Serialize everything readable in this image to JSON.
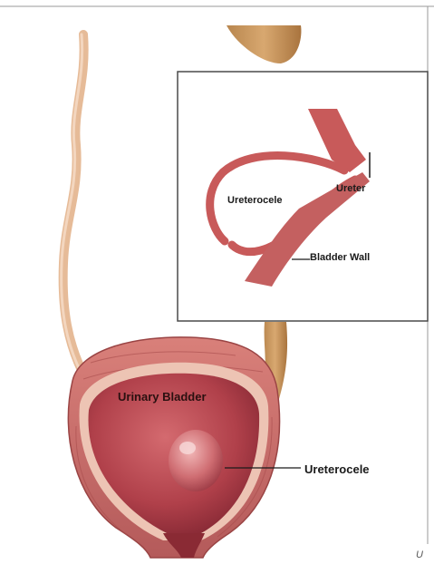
{
  "labels": {
    "ureterocele_inset": "Ureterocele",
    "ureter": "Ureter",
    "bladder_wall": "Bladder Wall",
    "urinary_bladder": "Urinary Bladder",
    "ureterocele_main": "Ureterocele",
    "corner_mark": "U"
  },
  "colors": {
    "bladder_outer": "#c96a6a",
    "bladder_inner": "#a0343c",
    "bladder_rim": "#e8b8a8",
    "ureter_left": "#e4b896",
    "ureter_right": "#c8955a",
    "inset_border": "#4a4a4a"
  }
}
